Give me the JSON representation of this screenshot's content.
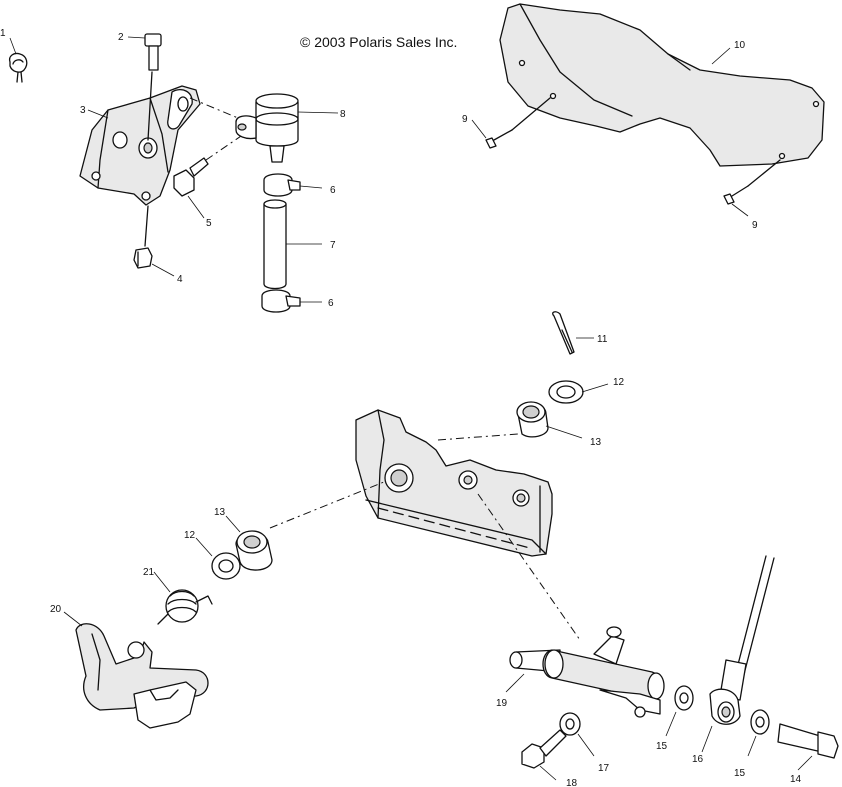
{
  "copyright": "© 2003 Polaris Sales Inc.",
  "callouts": {
    "c1": "1",
    "c2": "2",
    "c3": "3",
    "c4": "4",
    "c5": "5",
    "c6a": "6",
    "c6b": "6",
    "c7": "7",
    "c8": "8",
    "c9a": "9",
    "c9b": "9",
    "c10": "10",
    "c11": "11",
    "c12a": "12",
    "c12b": "12",
    "c13a": "13",
    "c13b": "13",
    "c14": "14",
    "c15a": "15",
    "c15b": "15",
    "c16": "16",
    "c17": "17",
    "c18": "18",
    "c19": "19",
    "c20": "20",
    "c21": "21"
  }
}
